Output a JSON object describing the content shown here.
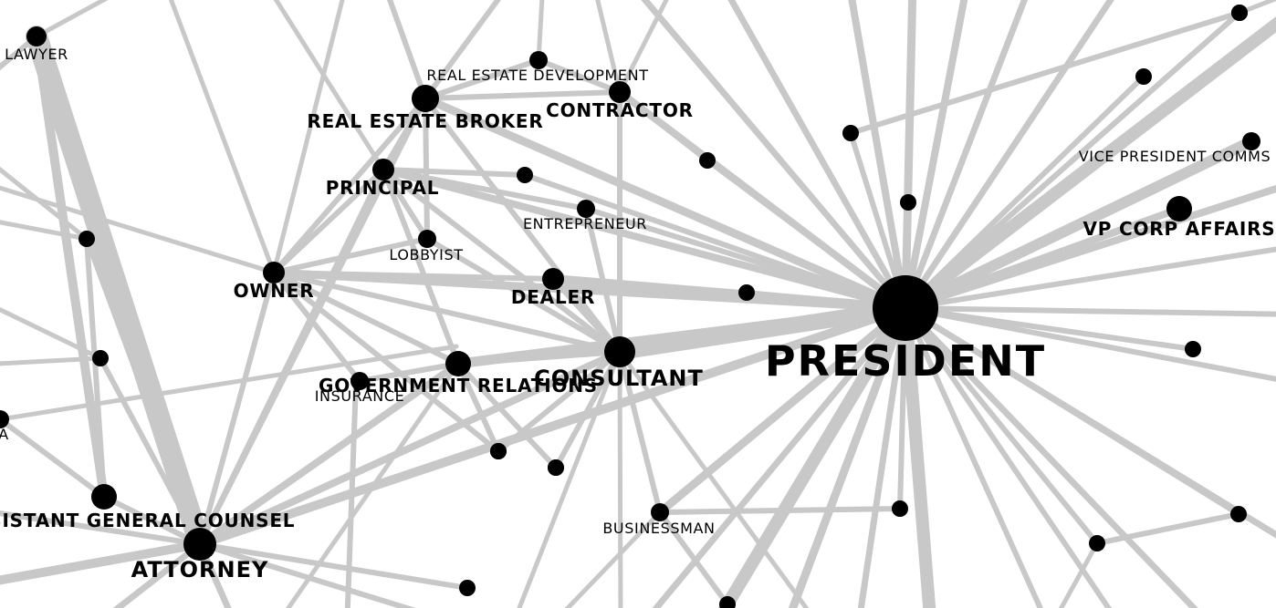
{
  "style": {
    "edge_color": "#c8c8c8",
    "node_color": "#000000",
    "background": "#ffffff"
  },
  "nodes": [
    {
      "id": "president",
      "label": "PRESIDENT"
    },
    {
      "id": "consultant",
      "label": "CONSULTANT"
    },
    {
      "id": "attorney",
      "label": "ATTORNEY"
    },
    {
      "id": "asst_gc",
      "label": "ASSISTANT GENERAL COUNSEL"
    },
    {
      "id": "lawyer",
      "label": "LAWYER"
    },
    {
      "id": "re_broker",
      "label": "REAL ESTATE BROKER"
    },
    {
      "id": "contractor",
      "label": "CONTRACTOR"
    },
    {
      "id": "re_dev",
      "label": "REAL ESTATE DEVELOPMENT"
    },
    {
      "id": "principal",
      "label": "PRINCIPAL"
    },
    {
      "id": "entrepreneur",
      "label": "ENTREPRENEUR"
    },
    {
      "id": "lobbyist",
      "label": "LOBBYIST"
    },
    {
      "id": "owner",
      "label": "OWNER"
    },
    {
      "id": "dealer",
      "label": "DEALER"
    },
    {
      "id": "gov_rel",
      "label": "GOVERNMENT RELATIONS"
    },
    {
      "id": "insurance",
      "label": "INSURANCE"
    },
    {
      "id": "businessman",
      "label": "BUSINESSMAN"
    },
    {
      "id": "vp_corp",
      "label": "VP CORP AFFAIRS"
    },
    {
      "id": "vp_comms",
      "label": "VICE PRESIDENT COMMS"
    },
    {
      "id": "edge_a",
      "label": "A"
    },
    {
      "id": "u1",
      "label": ""
    },
    {
      "id": "u2",
      "label": ""
    },
    {
      "id": "u3",
      "label": ""
    },
    {
      "id": "u4",
      "label": ""
    },
    {
      "id": "u5",
      "label": ""
    },
    {
      "id": "u6",
      "label": ""
    },
    {
      "id": "u7",
      "label": ""
    },
    {
      "id": "u8",
      "label": ""
    },
    {
      "id": "u9",
      "label": ""
    },
    {
      "id": "u10",
      "label": ""
    },
    {
      "id": "u11",
      "label": ""
    },
    {
      "id": "u12",
      "label": ""
    },
    {
      "id": "u13",
      "label": ""
    },
    {
      "id": "u14",
      "label": ""
    },
    {
      "id": "u15",
      "label": ""
    },
    {
      "id": "u16",
      "label": ""
    },
    {
      "id": "u17",
      "label": ""
    },
    {
      "id": "u18",
      "label": ""
    },
    {
      "id": "u19",
      "label": ""
    },
    {
      "id": "u20",
      "label": ""
    }
  ],
  "edges": [
    [
      "president",
      "consultant"
    ],
    [
      "president",
      "attorney"
    ],
    [
      "president",
      "owner"
    ],
    [
      "president",
      "re_broker"
    ],
    [
      "president",
      "contractor"
    ],
    [
      "president",
      "principal"
    ],
    [
      "president",
      "dealer"
    ],
    [
      "president",
      "gov_rel"
    ],
    [
      "president",
      "vp_corp"
    ],
    [
      "president",
      "vp_comms"
    ],
    [
      "president",
      "businessman"
    ],
    [
      "president",
      "entrepreneur"
    ],
    [
      "president",
      "u1"
    ],
    [
      "president",
      "u2"
    ],
    [
      "president",
      "u3"
    ],
    [
      "president",
      "u4"
    ],
    [
      "president",
      "u5"
    ],
    [
      "president",
      "u6"
    ],
    [
      "president",
      "u7"
    ],
    [
      "president",
      "u8"
    ],
    [
      "president",
      "u9"
    ],
    [
      "president",
      "u10"
    ],
    [
      "president",
      "u11"
    ],
    [
      "president",
      "u12"
    ],
    [
      "president",
      "u13"
    ],
    [
      "lawyer",
      "attorney"
    ],
    [
      "lawyer",
      "asst_gc"
    ],
    [
      "attorney",
      "consultant"
    ],
    [
      "attorney",
      "owner"
    ],
    [
      "attorney",
      "principal"
    ],
    [
      "attorney",
      "gov_rel"
    ],
    [
      "attorney",
      "re_broker"
    ],
    [
      "attorney",
      "asst_gc"
    ],
    [
      "attorney",
      "u14"
    ],
    [
      "attorney",
      "u15"
    ],
    [
      "attorney",
      "u16"
    ],
    [
      "consultant",
      "owner"
    ],
    [
      "consultant",
      "re_broker"
    ],
    [
      "consultant",
      "contractor"
    ],
    [
      "consultant",
      "dealer"
    ],
    [
      "consultant",
      "gov_rel"
    ],
    [
      "consultant",
      "principal"
    ],
    [
      "consultant",
      "lobbyist"
    ],
    [
      "consultant",
      "businessman"
    ],
    [
      "consultant",
      "u17"
    ],
    [
      "consultant",
      "u18"
    ],
    [
      "consultant",
      "entrepreneur"
    ],
    [
      "owner",
      "re_broker"
    ],
    [
      "owner",
      "principal"
    ],
    [
      "owner",
      "gov_rel"
    ],
    [
      "owner",
      "dealer"
    ],
    [
      "owner",
      "lobbyist"
    ],
    [
      "owner",
      "u19"
    ],
    [
      "owner",
      "insurance"
    ],
    [
      "re_broker",
      "contractor"
    ],
    [
      "re_broker",
      "re_dev"
    ],
    [
      "re_broker",
      "principal"
    ],
    [
      "re_broker",
      "lobbyist"
    ],
    [
      "principal",
      "entrepreneur"
    ],
    [
      "principal",
      "u5"
    ],
    [
      "principal",
      "lobbyist"
    ],
    [
      "principal",
      "gov_rel"
    ],
    [
      "gov_rel",
      "insurance"
    ],
    [
      "gov_rel",
      "u19"
    ],
    [
      "gov_rel",
      "u20"
    ],
    [
      "contractor",
      "re_dev"
    ],
    [
      "contractor",
      "u4"
    ],
    [
      "asst_gc",
      "u14"
    ],
    [
      "asst_gc",
      "edge_a"
    ],
    [
      "businessman",
      "u12"
    ],
    [
      "businessman",
      "u10"
    ],
    [
      "u13",
      "u1"
    ],
    [
      "u9",
      "u11"
    ]
  ]
}
